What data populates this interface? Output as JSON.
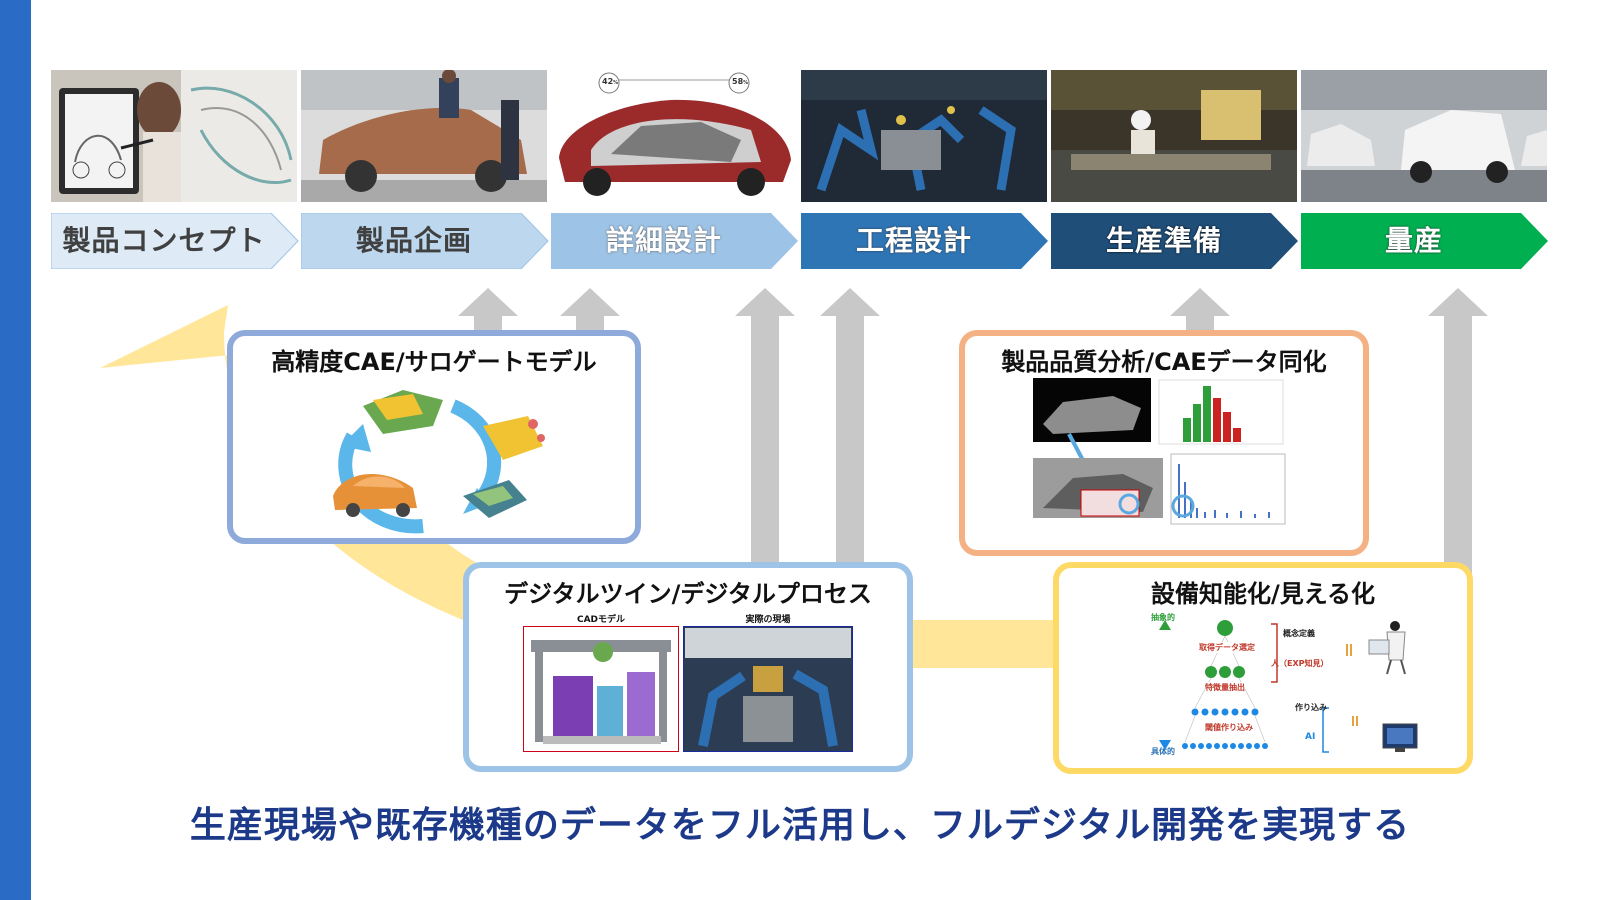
{
  "stages": [
    {
      "label": "製品コンセプト",
      "fill": "#deebf7",
      "text_color": "#404040"
    },
    {
      "label": "製品企画",
      "fill": "#bdd7ee",
      "text_color": "#404040"
    },
    {
      "label": "詳細設計",
      "fill": "#9dc3e6",
      "text_color": "#ffffff"
    },
    {
      "label": "工程設計",
      "fill": "#2e75b6",
      "text_color": "#ffffff"
    },
    {
      "label": "生産準備",
      "fill": "#1f4e79",
      "text_color": "#ffffff"
    },
    {
      "label": "量産",
      "fill": "#00b050",
      "text_color": "#ffffff"
    }
  ],
  "photos": [
    {
      "subject": "concept-sketch-tablet"
    },
    {
      "subject": "clay-model-car"
    },
    {
      "subject": "cutaway-car-render",
      "gauge_left": "42",
      "gauge_right": "58",
      "gauge_unit": "%"
    },
    {
      "subject": "robot-assembly-line"
    },
    {
      "subject": "factory-worker-preparation"
    },
    {
      "subject": "mass-production-line"
    }
  ],
  "boxes": {
    "cae": {
      "title": "高精度CAE/サロゲートモデル",
      "border": "#8eaadb"
    },
    "quality": {
      "title": "製品品質分析/CAEデータ同化",
      "border": "#f4b183"
    },
    "twin": {
      "title": "デジタルツイン/デジタルプロセス",
      "border": "#9dc3e6",
      "left_caption": "CADモデル",
      "right_caption": "実際の現場"
    },
    "equipment": {
      "title": "設備知能化/見える化",
      "border": "#ffd966",
      "axis_top": "抽象的",
      "axis_bottom": "具体的",
      "step1": "取得データ選定",
      "step2": "特徴量抽出",
      "step3": "閾値作り込み",
      "concept": "概念定義",
      "human": "人（EXP知見）",
      "build": "作り込み",
      "ai": "AI"
    }
  },
  "bottom_message": "生産現場や既存機種のデータをフル活用し、フルデジタル開発を実現する",
  "colors": {
    "accent_bar": "#2a6cc5",
    "flow_band": "#ffe699",
    "up_arrow": "#c8c8c8",
    "message": "#1d3a8a"
  }
}
